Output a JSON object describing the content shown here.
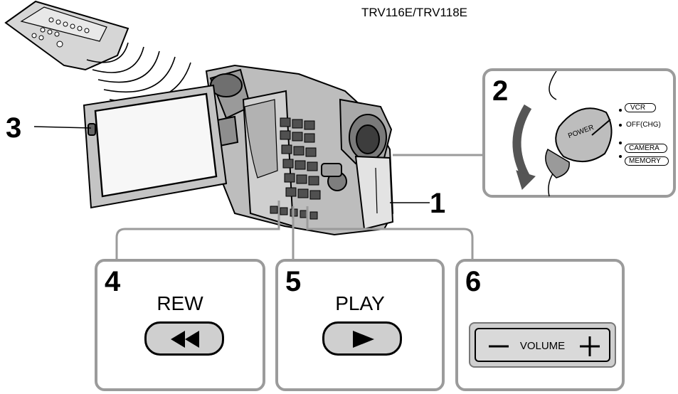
{
  "model_title": "TRV116E/TRV118E",
  "callouts": [
    "1",
    "2",
    "3"
  ],
  "panels": [
    {
      "number": "4",
      "label": "REW",
      "button": "rewind-button"
    },
    {
      "number": "5",
      "label": "PLAY",
      "button": "play-button"
    },
    {
      "number": "6",
      "label": "",
      "button": "volume-control"
    }
  ],
  "volume_label": "VOLUME",
  "power_dial": {
    "knob_label": "POWER",
    "positions": [
      "VCR",
      "OFF(CHG)",
      "CAMERA",
      "MEMORY"
    ]
  }
}
